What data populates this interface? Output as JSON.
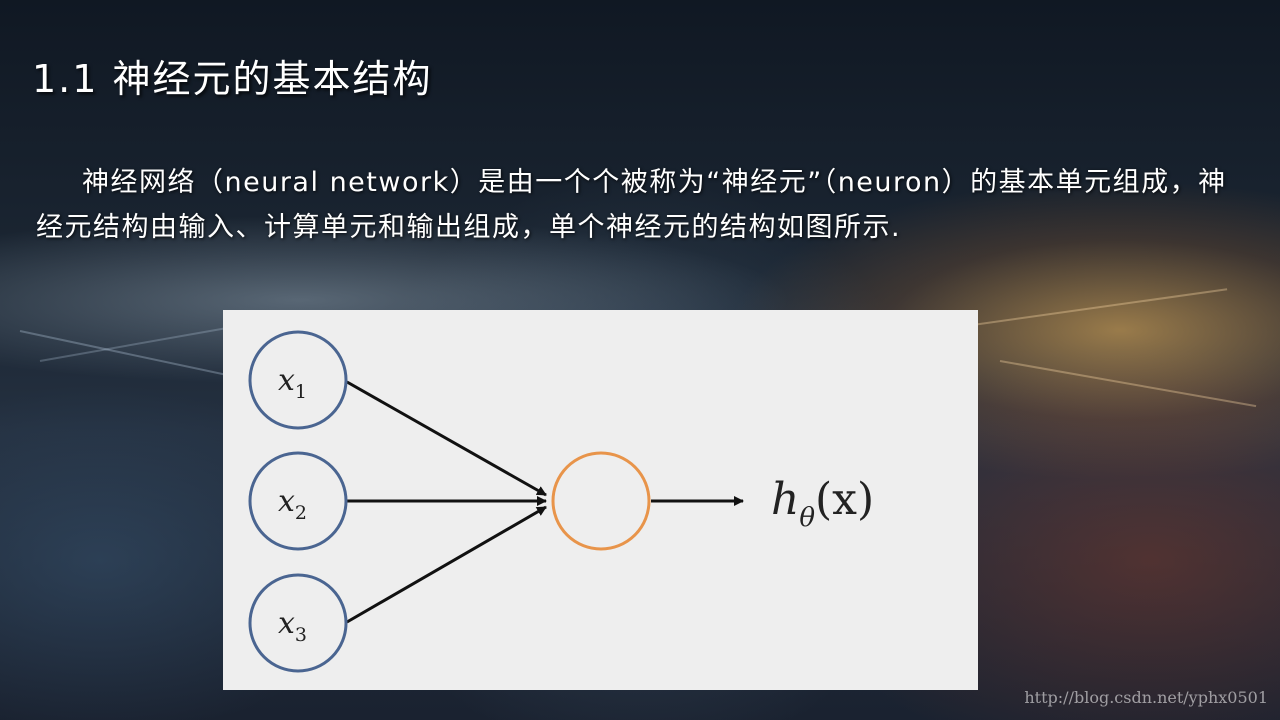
{
  "slide": {
    "title": "1.1 神经元的基本结构",
    "paragraph": "神经网络（neural network）是由一个个被称为“神经元”（neuron）的基本单元组成，神经元结构由输入、计算单元和输出组成，单个神经元的结构如图所示.",
    "watermark": "http://blog.csdn.net/yphx0501"
  },
  "diagram": {
    "inputs": [
      {
        "var": "x",
        "sub": "1"
      },
      {
        "var": "x",
        "sub": "2"
      },
      {
        "var": "x",
        "sub": "3"
      }
    ],
    "output": {
      "func": "h",
      "sub": "θ",
      "arg": "(x)"
    },
    "colors": {
      "input_circle": "#4a6591",
      "neuron_circle": "#e8944a",
      "arrow": "#111111",
      "background": "#eeeeee"
    }
  }
}
